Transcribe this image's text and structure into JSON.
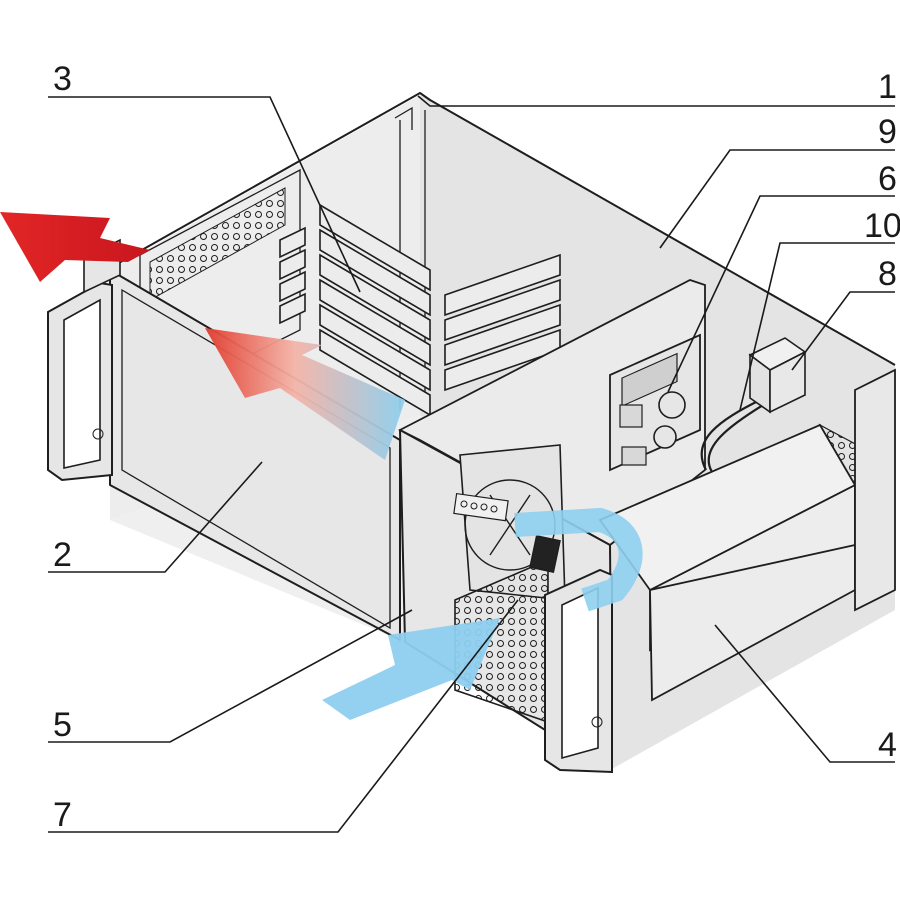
{
  "callouts": [
    {
      "id": "1",
      "label": "1"
    },
    {
      "id": "9",
      "label": "9"
    },
    {
      "id": "6",
      "label": "6"
    },
    {
      "id": "10",
      "label": "10"
    },
    {
      "id": "8",
      "label": "8"
    },
    {
      "id": "3",
      "label": "3"
    },
    {
      "id": "2",
      "label": "2"
    },
    {
      "id": "5",
      "label": "5"
    },
    {
      "id": "7",
      "label": "7"
    },
    {
      "id": "4",
      "label": "4"
    }
  ],
  "colors": {
    "exhaust_arrow": "#e52a2a",
    "intake_arrow": "#7ec8ee",
    "line": "#1e1e1e",
    "panel_fill": "#e7e7e7"
  }
}
